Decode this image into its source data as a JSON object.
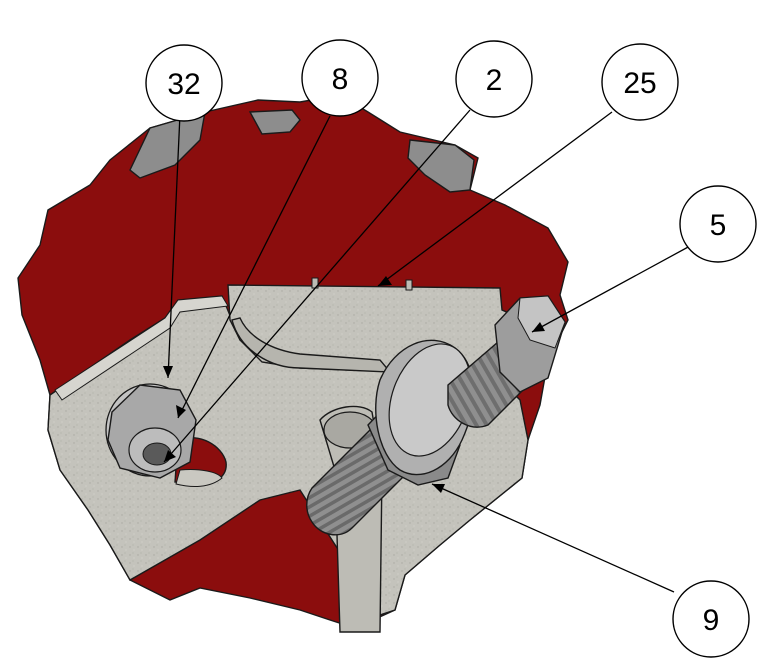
{
  "diagram": {
    "balloons": [
      {
        "id": "b32",
        "label": "32"
      },
      {
        "id": "b8",
        "label": "8"
      },
      {
        "id": "b2",
        "label": "2"
      },
      {
        "id": "b25",
        "label": "25"
      },
      {
        "id": "b5",
        "label": "5"
      },
      {
        "id": "b9",
        "label": "9"
      }
    ],
    "colors": {
      "housing": "#8b0d0d",
      "plate": "#bdbcb5",
      "bolt": "#9a9a9a",
      "hardware": "#b3b3b3"
    }
  }
}
